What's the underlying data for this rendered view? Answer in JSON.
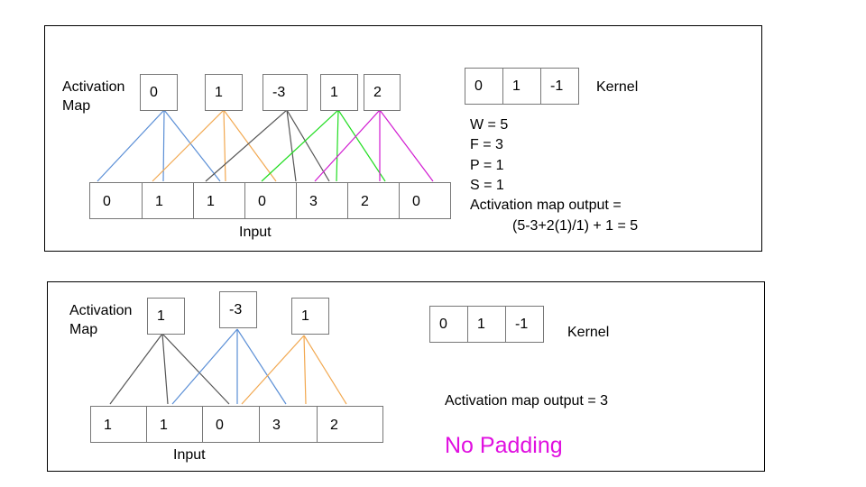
{
  "top": {
    "activation_label_1": "Activation",
    "activation_label_2": "Map",
    "activation_values": [
      "0",
      "1",
      "-3",
      "1",
      "2"
    ],
    "input_values": [
      "0",
      "1",
      "1",
      "0",
      "3",
      "2",
      "0"
    ],
    "input_label": "Input",
    "kernel_values": [
      "0",
      "1",
      "-1"
    ],
    "kernel_label": "Kernel",
    "params": [
      "W = 5",
      "F = 3",
      "P = 1",
      "S = 1"
    ],
    "output_label": "Activation map output  =",
    "output_formula": "(5-3+2(1)/1) + 1 = 5",
    "line_colors": [
      "#5b8fd6",
      "#f2a850",
      "#555555",
      "#22dd22",
      "#d11ad1"
    ]
  },
  "bottom": {
    "activation_label_1": "Activation",
    "activation_label_2": "Map",
    "activation_values": [
      "1",
      "-3",
      "1"
    ],
    "input_values": [
      "1",
      "1",
      "0",
      "3",
      "2"
    ],
    "input_label": "Input",
    "kernel_values": [
      "0",
      "1",
      "-1"
    ],
    "kernel_label": "Kernel",
    "output_label": "Activation map output  = 3",
    "no_padding": "No Padding",
    "line_colors": [
      "#555555",
      "#5b8fd6",
      "#f2a850"
    ]
  }
}
